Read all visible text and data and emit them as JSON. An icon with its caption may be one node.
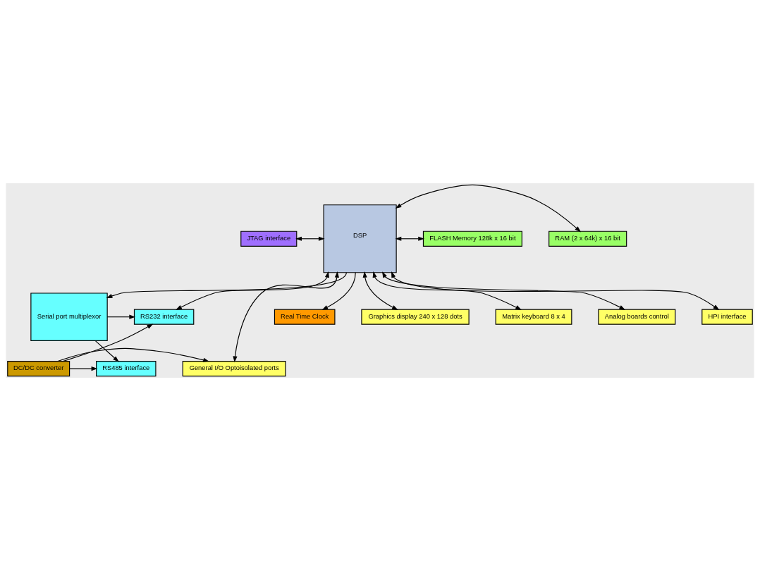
{
  "diagram": {
    "nodes": [
      {
        "text": [
          "JTAG interface"
        ]
      },
      {
        "text": [
          "DSP"
        ]
      },
      {
        "text": [
          "RAM (2 x 64k) x 16 bit"
        ]
      },
      {
        "text": [
          "FLASH Memory 128k x 16 bit"
        ]
      },
      {
        "text": [
          "RS232 interface"
        ]
      },
      {
        "text": [
          "Serial port multiplexor"
        ]
      },
      {
        "text": [
          "Real Time Clock"
        ]
      },
      {
        "text": [
          "Graphics display 240 x 128 dots"
        ]
      },
      {
        "text": [
          "RS485 interface"
        ]
      },
      {
        "text": [
          "Matrix keyboard 8 x 4"
        ]
      },
      {
        "text": [
          "DC/DC converter"
        ]
      },
      {
        "text": [
          "General I/O Optoisolated ports"
        ]
      },
      {
        "text": [
          "Analog boards control"
        ]
      },
      {
        "text": [
          "HPI interface"
        ]
      }
    ],
    "edges": [
      {
        "from": 0,
        "to": 1,
        "arrow": "both"
      },
      {
        "from": 1,
        "to": 2,
        "arrow": "both"
      },
      {
        "from": 1,
        "to": 3,
        "arrow": "both"
      },
      {
        "from": 1,
        "to": 4,
        "arrow": "both"
      },
      {
        "from": 1,
        "to": 5,
        "arrow": "to"
      },
      {
        "from": 1,
        "to": 6,
        "arrow": "to"
      },
      {
        "from": 1,
        "to": 7,
        "arrow": "both"
      },
      {
        "from": 1,
        "to": 9,
        "arrow": "both"
      },
      {
        "from": 1,
        "to": 11,
        "arrow": "both"
      },
      {
        "from": 1,
        "to": 12,
        "arrow": "both"
      },
      {
        "from": 1,
        "to": 13,
        "arrow": "both"
      },
      {
        "from": 5,
        "to": 4,
        "arrow": "to"
      },
      {
        "from": 5,
        "to": 8,
        "arrow": "to"
      },
      {
        "from": 10,
        "to": 4,
        "arrow": "to"
      },
      {
        "from": 10,
        "to": 8,
        "arrow": "to"
      },
      {
        "from": 10,
        "to": 11,
        "arrow": "to"
      }
    ]
  }
}
